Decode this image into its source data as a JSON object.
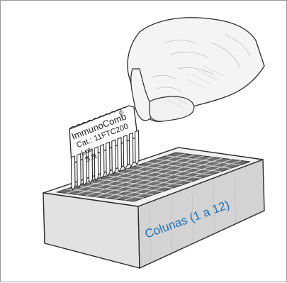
{
  "illustration": {
    "comb_label": {
      "brand": "ImmunoComb",
      "registered": "®",
      "cat": "Cat.: 11FTC200",
      "lot": "Lot:",
      "sn": "S.N."
    },
    "tray_label": "Colunas (1 a 12)",
    "colors": {
      "line": "#2b2b2b",
      "tray_front": "#e2e2e2",
      "tray_side": "#c9c9c9",
      "tray_top": "#f1f1f1",
      "well_grid": "#8a8a8a",
      "hand_fill": "#f4f4f4",
      "hand_shade": "#bdbdbd",
      "label_blue": "#1f6fb8"
    }
  }
}
